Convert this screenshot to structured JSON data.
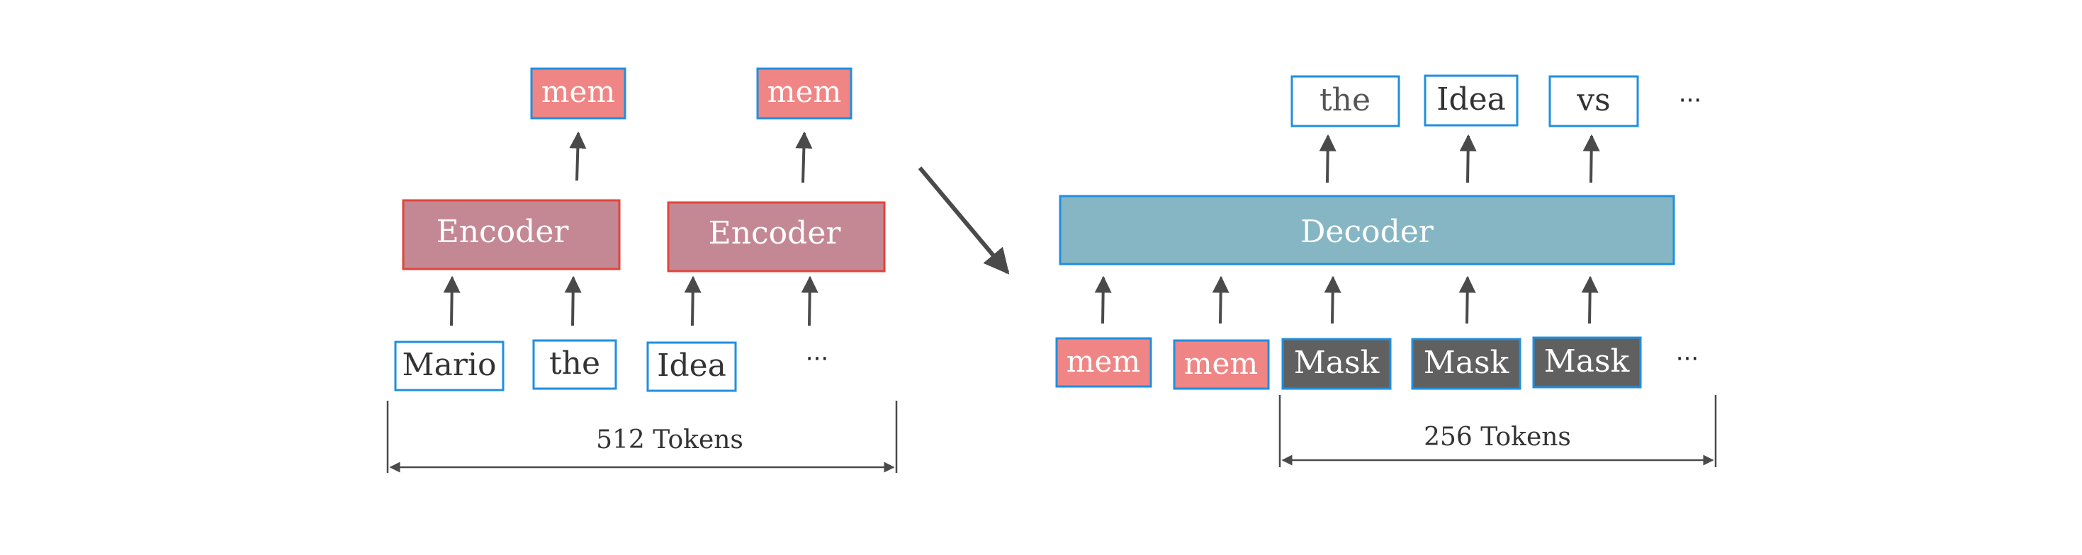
{
  "colors": {
    "token_border": "#1f8fe0",
    "mem_fill": "#f08585",
    "encoder_fill": "#c48894",
    "encoder_border": "#e0453a",
    "decoder_fill": "#86b6c4",
    "mask_fill": "#606060",
    "arrow": "#4a4a4a",
    "text_dark": "#333333",
    "text_light": "#ffffff"
  },
  "left": {
    "tokens": [
      "Mario",
      "the",
      "Idea",
      "···"
    ],
    "encoders": [
      "Encoder",
      "Encoder"
    ],
    "mems": [
      "mem",
      "mem"
    ],
    "span_label": "512 Tokens"
  },
  "right": {
    "inputs": [
      "mem",
      "mem",
      "Mask",
      "Mask",
      "Mask",
      "···"
    ],
    "decoder": "Decoder",
    "outputs": [
      "the",
      "Idea",
      "vs",
      "···"
    ],
    "span_label": "256 Tokens"
  }
}
